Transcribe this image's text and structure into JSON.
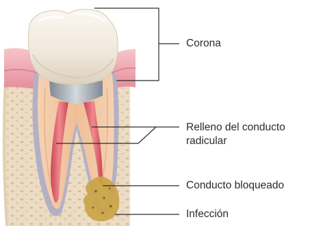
{
  "labels": {
    "corona": "Corona",
    "relleno_line1": "Relleno del conducto",
    "relleno_line2": "radicular",
    "bloqueado": "Conducto bloqueado",
    "infeccion": "Infección"
  },
  "colors": {
    "bone": "#ead8bf",
    "bone_pores": "#cfb696",
    "gum": "#f0a9b3",
    "root_body": "#f1c49f",
    "root_outline": "#a3a0b2",
    "filling": "#e25f6a",
    "crown": "#f6f1e8",
    "post_metal": "#9aa3ad",
    "infection": "#c9a447",
    "leader_line": "#2b2b2b"
  }
}
